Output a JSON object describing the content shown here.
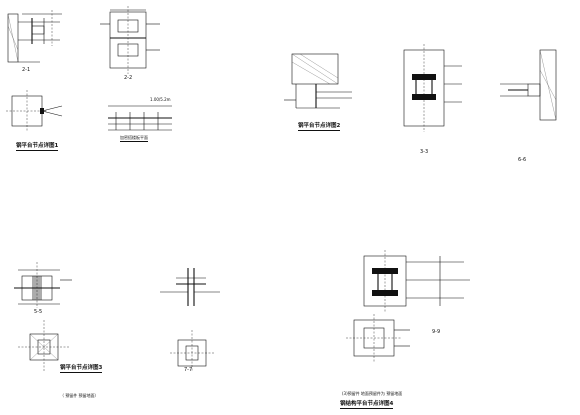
{
  "drawing": {
    "sheet_title": "钢结构平台节点详图4",
    "panels": [
      {
        "id": "p1",
        "caption": "钢平台节点详图1",
        "sections": [
          "2-1",
          "2-2"
        ]
      },
      {
        "id": "p2",
        "caption": "加密搭楼板平面",
        "sections": []
      },
      {
        "id": "p3",
        "caption": "钢平台节点详图2",
        "sections": [
          "3-3",
          "6-6"
        ]
      },
      {
        "id": "p4",
        "caption": "钢平台节点详图3",
        "sections": [
          "5-5",
          "7-7"
        ]
      },
      {
        "id": "p5",
        "caption": "",
        "sections": [
          "9-9"
        ]
      }
    ],
    "notes": {
      "p4_note": "（ 预留件 预留地面）",
      "p5_note": "(3)预留件  地面预留件为  预留地面",
      "dim_tag": "1.00/5.2m"
    }
  }
}
